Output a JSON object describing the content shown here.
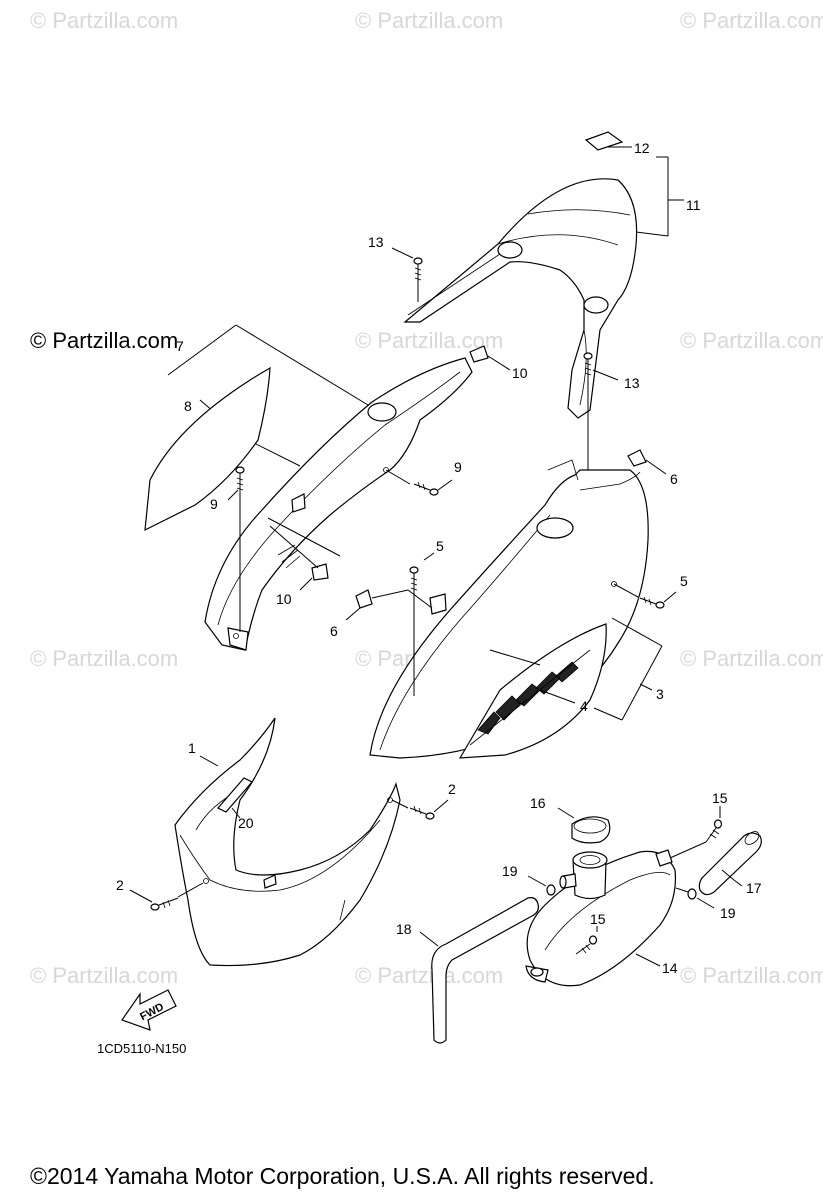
{
  "watermarks": [
    "© Partzilla.com",
    "© Partzilla.com",
    "© Partzilla.com",
    "© Partzilla.com",
    "© Partzilla.com",
    "© Partzilla.com",
    "© Partzilla.com",
    "© Partzilla.com",
    "© Partzilla.com",
    "© Partzilla.com",
    "© Partzilla.com",
    "© Partzilla.com"
  ],
  "watermark_strong": "© Partzilla.com",
  "callouts": {
    "c1": "1",
    "c2a": "2",
    "c2b": "2",
    "c3": "3",
    "c4": "4",
    "c5a": "5",
    "c5b": "5",
    "c6a": "6",
    "c6b": "6",
    "c7": "7",
    "c8": "8",
    "c9a": "9",
    "c9b": "9",
    "c10a": "10",
    "c10b": "10",
    "c11": "11",
    "c12": "12",
    "c13a": "13",
    "c13b": "13",
    "c14": "14",
    "c15a": "15",
    "c15b": "15",
    "c16": "16",
    "c17": "17",
    "c18": "18",
    "c19a": "19",
    "c19b": "19",
    "c20": "20"
  },
  "fwd_label": "FWD",
  "diagram_code": "1CD5110-N150",
  "copyright": "©2014  Yamaha Motor Corporation, U.S.A. All rights reserved."
}
